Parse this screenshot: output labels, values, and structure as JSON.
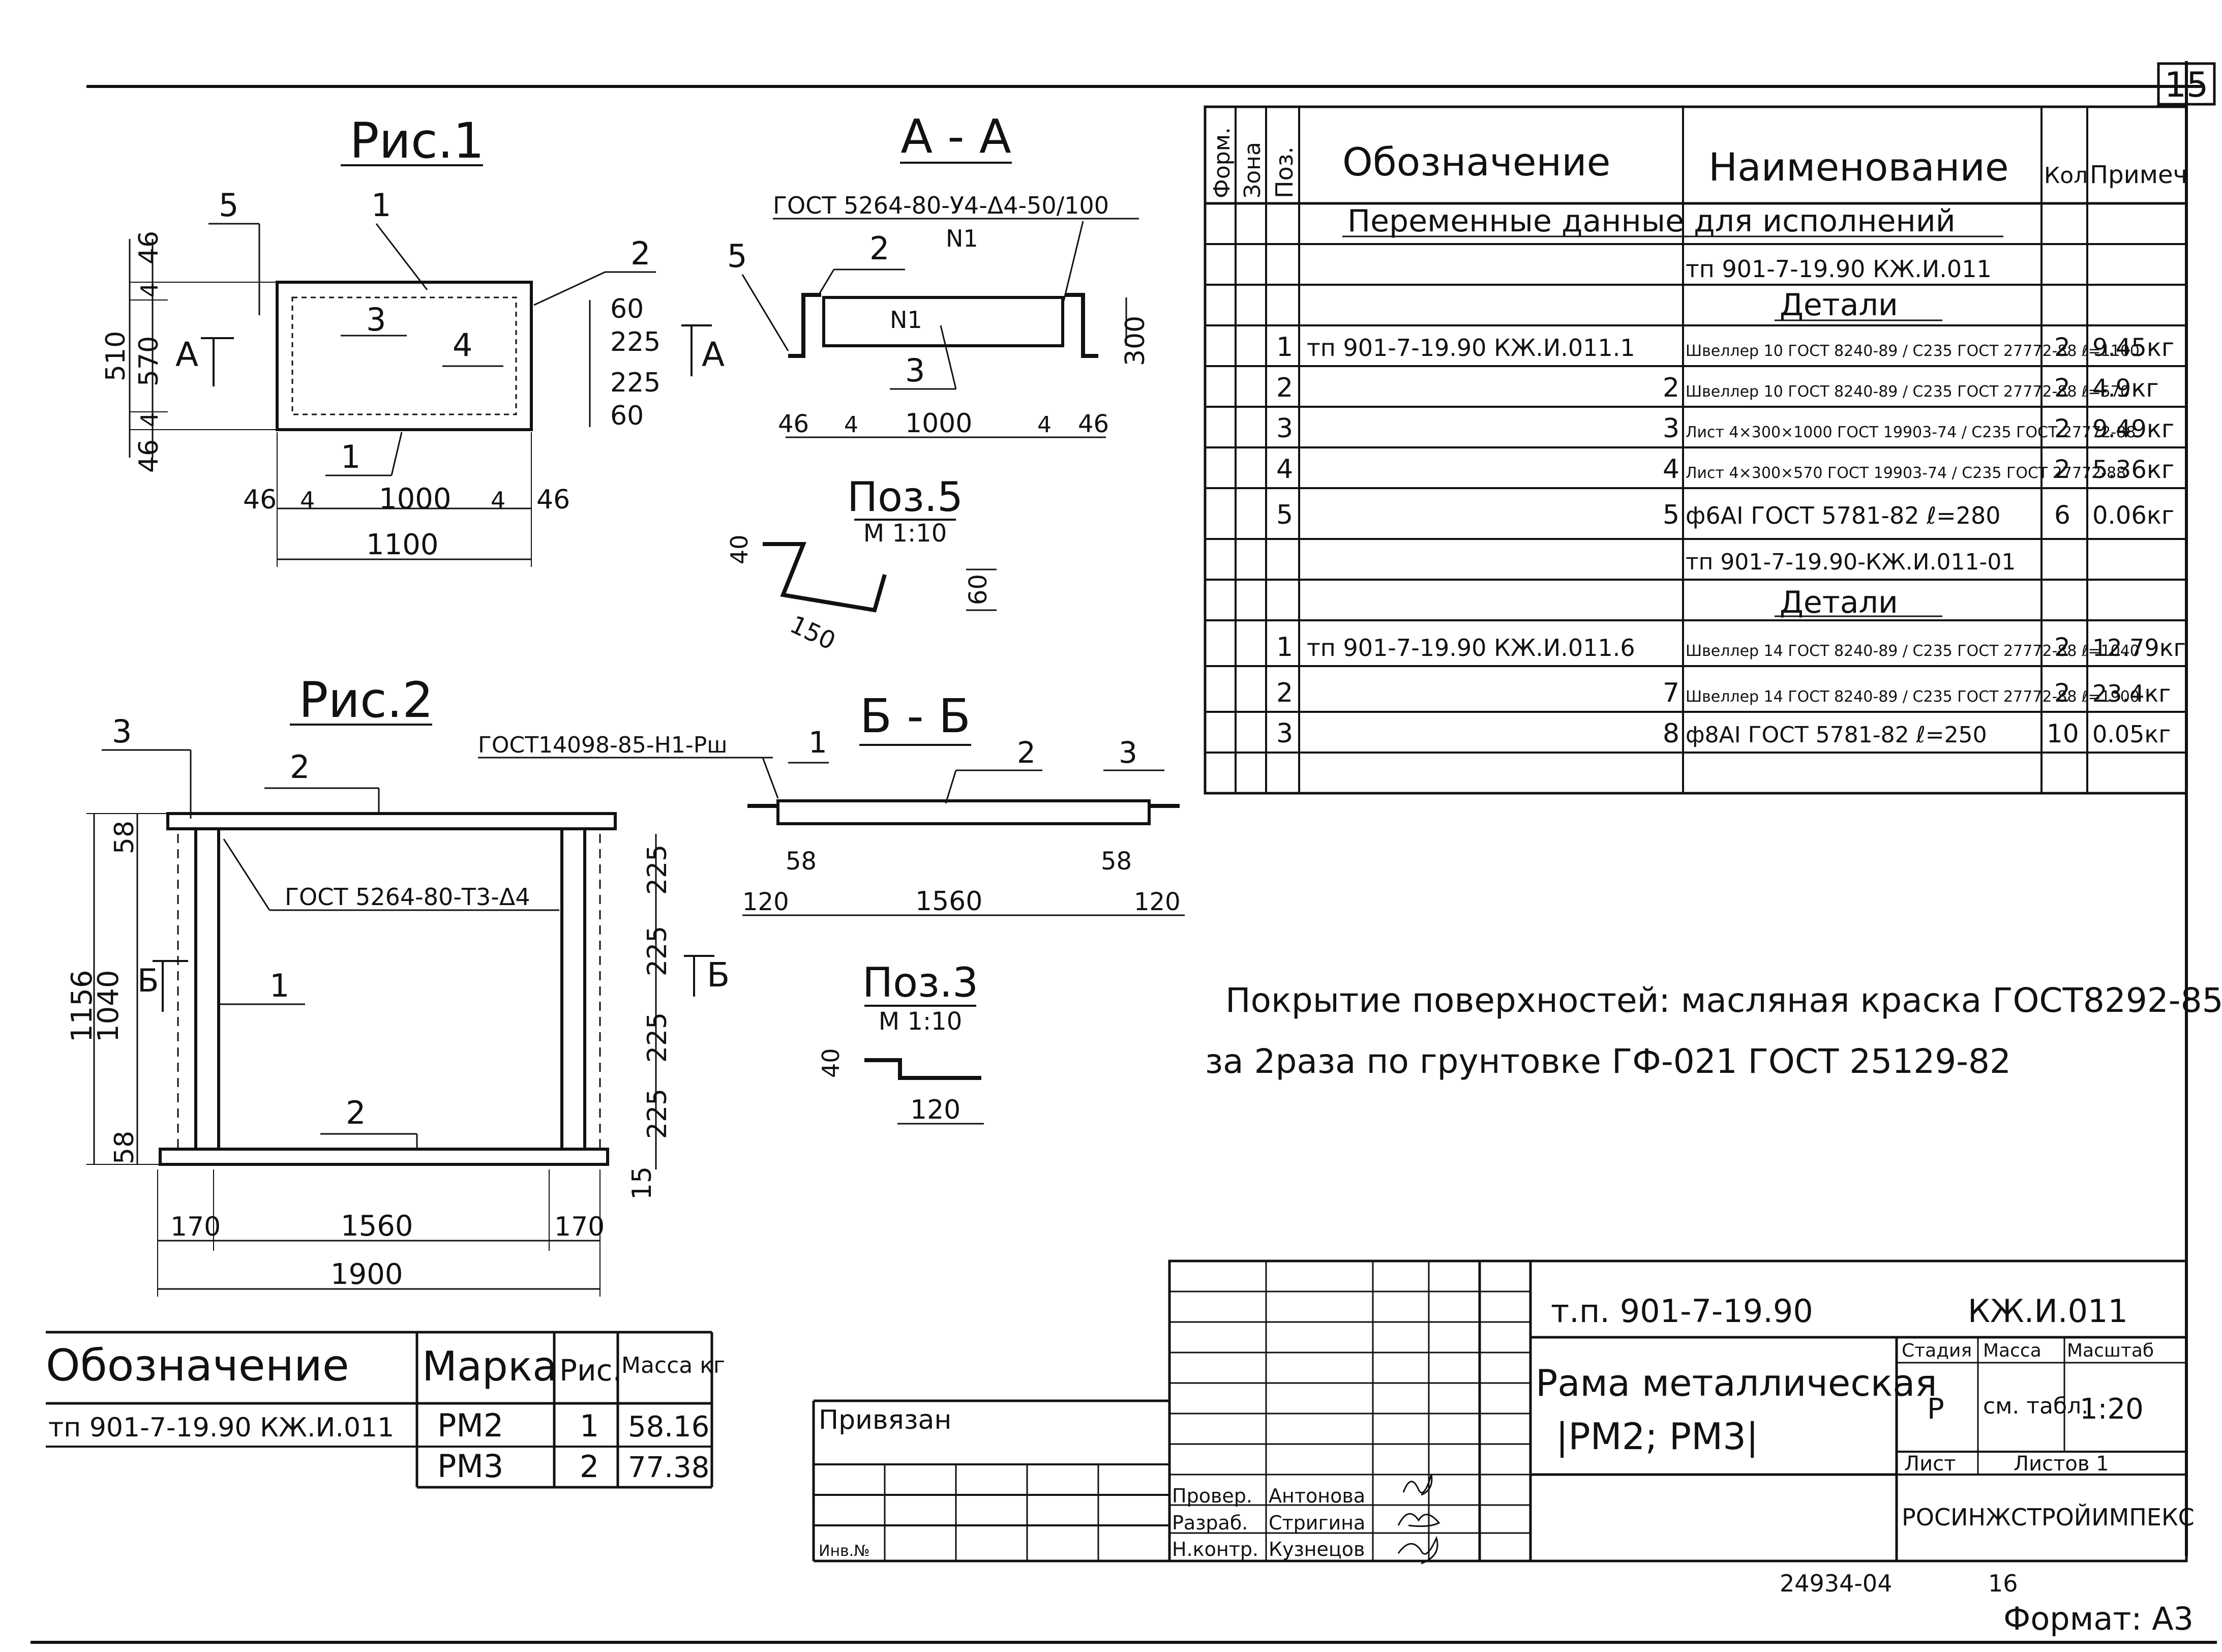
{
  "sheet_number": "15",
  "fig1": {
    "title": "Рис.1",
    "section_title": "А - А",
    "gost": "ГОСТ 5264-80-У4-Δ4-50/100",
    "n1": "N1",
    "dims": {
      "top_dim": "46",
      "t4a": "4",
      "h570": "570",
      "t4b": "4",
      "bot46": "46",
      "total_h": "510",
      "d60a": "60",
      "d225a": "225",
      "d225b": "225",
      "d60b": "60",
      "b46l": "46",
      "b4l": "4",
      "b1000": "1000",
      "b4r": "4",
      "b46r": "46",
      "b1100": "1100"
    },
    "callouts": {
      "c5": "5",
      "c1": "1",
      "c2": "2",
      "c3": "3",
      "c4": "4",
      "a_mark": "А"
    },
    "aa": {
      "c5": "5",
      "c2": "2",
      "c3": "3",
      "n1": "N1",
      "d300": "300",
      "b46l": "46",
      "b4l": "4",
      "b1000": "1000",
      "b4r": "4",
      "b46r": "46",
      "a_mark": "А"
    }
  },
  "pos5": {
    "title": "Поз.5",
    "scale": "М 1:10",
    "d40": "40",
    "d150": "150",
    "d60": "60"
  },
  "fig2": {
    "title": "Рис.2",
    "section_title": "Б - Б",
    "gost_bb": "ГОСТ14098-85-Н1-Рш",
    "gost_inner": "ГОСТ 5264-80-Т3-Δ4",
    "callouts": {
      "c3": "3",
      "c2top": "2",
      "c1": "1",
      "c2bot": "2",
      "b_mark": "Б"
    },
    "dims": {
      "d58t": "58",
      "d1156": "1156",
      "d1040": "1040",
      "d58b": "58",
      "r225a": "225",
      "r225b": "225",
      "r225c": "225",
      "r225d": "225",
      "r15": "15",
      "b170l": "170",
      "b1560": "1560",
      "b170r": "170",
      "b1900": "1900"
    },
    "bb": {
      "c1": "1",
      "c2": "2",
      "c3": "3",
      "d58l": "58",
      "d58r": "58",
      "d120l": "120",
      "d1560": "1560",
      "d120r": "120",
      "b_mark": "Б"
    }
  },
  "pos3": {
    "title": "Поз.3",
    "scale": "М 1:10",
    "d40": "40",
    "d120": "120"
  },
  "spec": {
    "headers": {
      "format": "Форм.",
      "zone": "Зона",
      "pos": "Поз.",
      "designation": "Обозначение",
      "name": "Наименование",
      "qty": "Кол",
      "note": "Примеч"
    },
    "subtitle": "Переменные данные для исполнений",
    "rows": [
      {
        "pos": "",
        "designation": "",
        "name": "тп 901-7-19.90  КЖ.И.011",
        "qty": "",
        "note": ""
      },
      {
        "pos": "",
        "designation": "",
        "name": "Детали",
        "qty": "",
        "note": ""
      },
      {
        "pos": "1",
        "designation": "тп 901-7-19.90 КЖ.И.011.1",
        "name": "Швеллер 10 ГОСТ 8240-89 / С235 ГОСТ 27772-88  ℓ=1100",
        "qty": "2",
        "note": "9.45кг"
      },
      {
        "pos": "2",
        "designation": "2",
        "name": "Швеллер 10 ГОСТ 8240-89 / С235 ГОСТ 27772-88  ℓ=570",
        "qty": "2",
        "note": "4.9кг"
      },
      {
        "pos": "3",
        "designation": "3",
        "name": "Лист 4×300×1000 ГОСТ 19903-74 / С235 ГОСТ 27772-88",
        "qty": "2",
        "note": "9.49кг"
      },
      {
        "pos": "4",
        "designation": "4",
        "name": "Лист 4×300×570 ГОСТ 19903-74 / С235 ГОСТ 27772-88",
        "qty": "2",
        "note": "5.36кг"
      },
      {
        "pos": "5",
        "designation": "5",
        "name": "ф6АI ГОСТ 5781-82  ℓ=280",
        "qty": "6",
        "note": "0.06кг"
      },
      {
        "pos": "",
        "designation": "",
        "name": "тп 901-7-19.90-КЖ.И.011-01",
        "qty": "",
        "note": ""
      },
      {
        "pos": "",
        "designation": "",
        "name": "Детали",
        "qty": "",
        "note": ""
      },
      {
        "pos": "1",
        "designation": "тп 901-7-19.90 КЖ.И.011.6",
        "name": "Швеллер 14 ГОСТ 8240-89 / С235 ГОСТ 27772-88  ℓ=1040",
        "qty": "2",
        "note": "12.79кг"
      },
      {
        "pos": "2",
        "designation": "7",
        "name": "Швеллер 14 ГОСТ 8240-89 / С235 ГОСТ 27772-88  ℓ=1900",
        "qty": "2",
        "note": "23.4кг"
      },
      {
        "pos": "3",
        "designation": "8",
        "name": "ф8АI ГОСТ 5781-82  ℓ=250",
        "qty": "10",
        "note": "0.05кг"
      }
    ]
  },
  "coating_note": {
    "line1": "Покрытие поверхностей: масляная краска ГОСТ8292-85",
    "line2": "за 2раза по грунтовке ГФ-021 ГОСТ 25129-82"
  },
  "mass_table": {
    "headers": {
      "designation": "Обозначение",
      "mark": "Марка",
      "fig": "Рис.",
      "mass": "Масса кг"
    },
    "rows": [
      {
        "designation": "тп 901-7-19.90  КЖ.И.011",
        "mark": "РМ2",
        "fig": "1",
        "mass": "58.16"
      },
      {
        "designation": "",
        "mark": "РМ3",
        "fig": "2",
        "mass": "77.38"
      }
    ]
  },
  "stamp": {
    "privyazan": "Привязан",
    "inv": "Инв.№",
    "doc_code": "т.п. 901-7-19.90",
    "doc_mark": "КЖ.И.011",
    "title1": "Рама металлическая",
    "title2": "|РМ2; РМ3|",
    "stage_h": "Стадия",
    "mass_h": "Масса",
    "scale_h": "Масштаб",
    "stage": "Р",
    "mass": "см. табл.",
    "scale": "1:20",
    "sheet_h": "Лист",
    "sheets_h": "Листов 1",
    "org": "РОСИНЖСТРОЙИМПЕКС",
    "signers": [
      {
        "role": "Провер.",
        "name": "Антонова"
      },
      {
        "role": "Разраб.",
        "name": "Стригина"
      },
      {
        "role": "Н.контр.",
        "name": "Кузнецов"
      }
    ]
  },
  "footer": {
    "code": "24934-04",
    "page": "16",
    "format": "Формат: А3"
  }
}
